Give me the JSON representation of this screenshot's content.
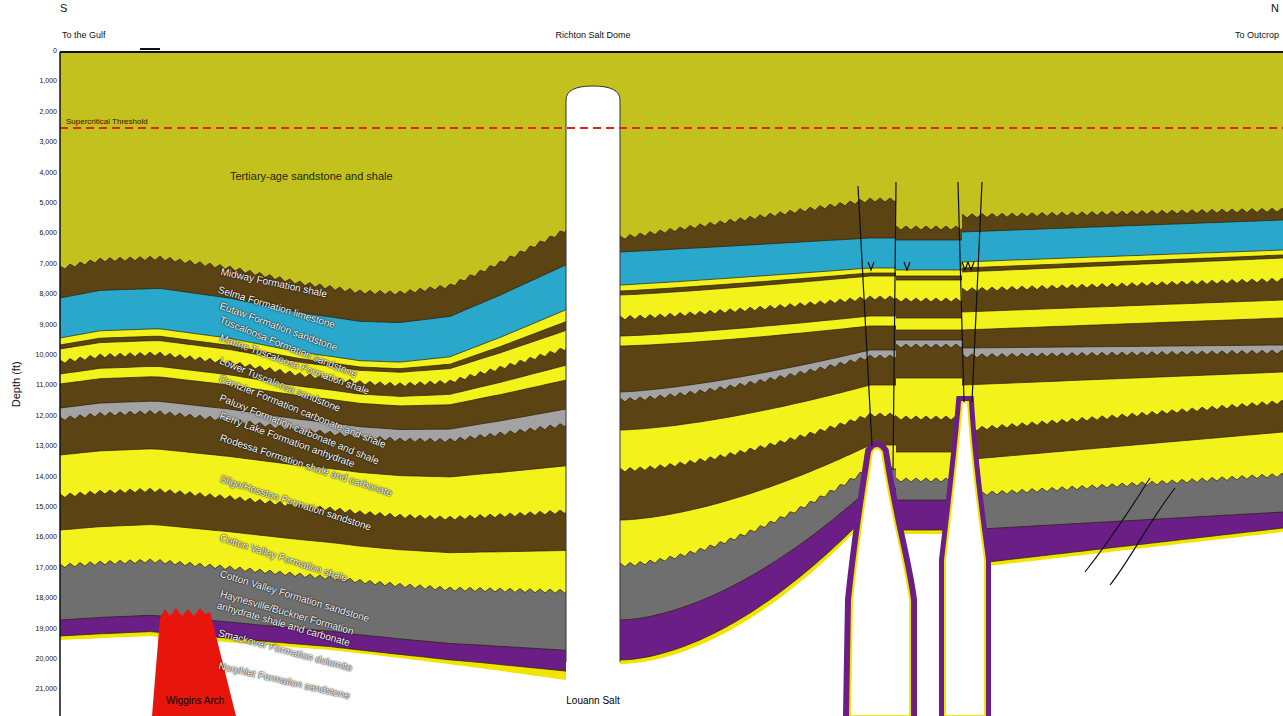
{
  "diagram": {
    "labels": [
      "S",
      "N",
      "To the Gulf",
      "Richton Salt Dome",
      "To Outcrop",
      "Depth (ft)",
      "0",
      "1,000",
      "2,000",
      "3,000",
      "4,000",
      "5,000",
      "6,000",
      "7,000",
      "8,000",
      "9,000",
      "10,000",
      "11,000",
      "12,000",
      "13,000",
      "14,000",
      "15,000",
      "16,000",
      "17,000",
      "18,000",
      "19,000",
      "20,000",
      "21,000",
      "Supercritical Threshold",
      "Tertiary-age sandstone and shale",
      "Midway Formation shale",
      "Selma Formation limestone",
      "Eutaw Formation sandstone",
      "Tuscaloosa Formation sandstone",
      "Marine Tuscaloosa Formation shale",
      "Lower Tuscaloosa sandstone",
      "Dantzler Formation carbonate and shale",
      "Paluxy Formation carbonate and shale",
      "Ferry Lake Formation anhydrate",
      "Rodessa Formation shale and carbonate",
      "Sligo/Hosston Formation sandstone",
      "Cotton Valley Formation shale",
      "Cotton Valley Formation sandstone",
      "Haynesville/Buckner Formation anhydrate shale and carbonate",
      "Smackover Formation dolomite",
      "Norphlet Formation sandstone",
      "Wiggins Arch",
      "Louann Salt"
    ]
  }
}
